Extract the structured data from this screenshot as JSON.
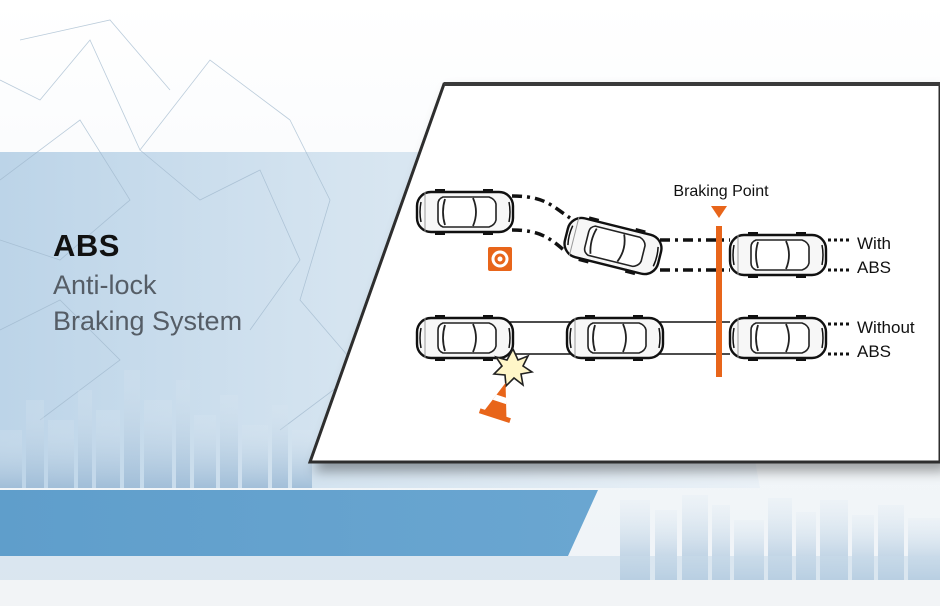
{
  "title": "ABS",
  "subtitle_line1": "Anti-lock",
  "subtitle_line2": "Braking System",
  "diagram": {
    "braking_point_label": "Braking Point",
    "row_with": {
      "line1": "With",
      "line2": "ABS"
    },
    "row_without": {
      "line1": "Without",
      "line2": "ABS"
    }
  },
  "colors": {
    "accent_orange": "#e8651a",
    "band_blue": "#5b9bc9",
    "backdrop_blue": "#c2d8ea",
    "panel_white": "#ffffff",
    "panel_border": "#333333"
  },
  "icons": [
    "target-sign-icon",
    "traffic-cone-icon",
    "crash-burst-icon",
    "braking-point-marker-icon",
    "car-icon"
  ]
}
